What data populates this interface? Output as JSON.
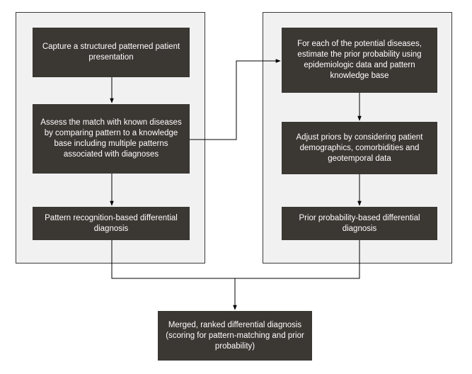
{
  "diagram": {
    "colors": {
      "node_fill": "#3b3733",
      "node_text": "#ffffff",
      "panel_fill": "#f1f1f1",
      "panel_border": "#3a3a3a",
      "connector": "#000000"
    },
    "left_group": {
      "capture": "Capture a structured patterned patient presentation",
      "assess": "Assess the match with known diseases by comparing pattern to a knowledge base including multiple patterns associated with diagnoses",
      "pattern_dd": "Pattern recognition-based differential diagnosis"
    },
    "right_group": {
      "estimate": "For each of the potential diseases, estimate the prior probability using epidemiologic data and pattern knowledge base",
      "adjust": "Adjust priors by considering patient demographics, comorbidities and geotemporal data",
      "prior_dd": "Prior probability-based differential diagnosis"
    },
    "merged": "Merged, ranked differential diagnosis (scoring for pattern-matching and prior probability)"
  }
}
